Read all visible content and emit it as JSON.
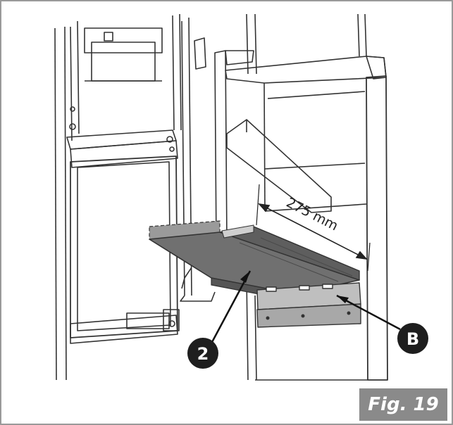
{
  "figure": {
    "label": "Fig. 19"
  },
  "dimension": {
    "text": "275 mm"
  },
  "callouts": [
    {
      "label": "2"
    },
    {
      "label": "B"
    }
  ],
  "colors": {
    "line": "#333333",
    "shelf": "#707070",
    "shelf_dark": "#555555",
    "bracket": "#bfbfbf",
    "callout_fill": "#1e1e1e",
    "label_bg": "#8a8a8a"
  }
}
